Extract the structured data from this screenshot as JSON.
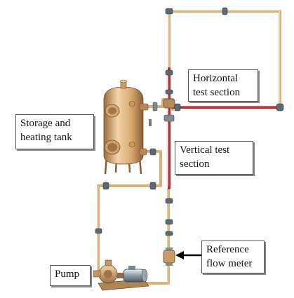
{
  "labels": {
    "storage_tank": [
      "Storage and",
      "heating tank"
    ],
    "horizontal_section": [
      "Horizontal",
      "test section"
    ],
    "vertical_section": [
      "Vertical test",
      "section"
    ],
    "flow_meter": [
      "Reference",
      "flow meter"
    ],
    "pump": [
      "Pump"
    ]
  },
  "colors": {
    "pipe": "#d9b27a",
    "pipe_dark": "#9c7446",
    "test_section": "#c0282c",
    "tank": "#e2bc8e",
    "fitting": "#5c6b73"
  }
}
